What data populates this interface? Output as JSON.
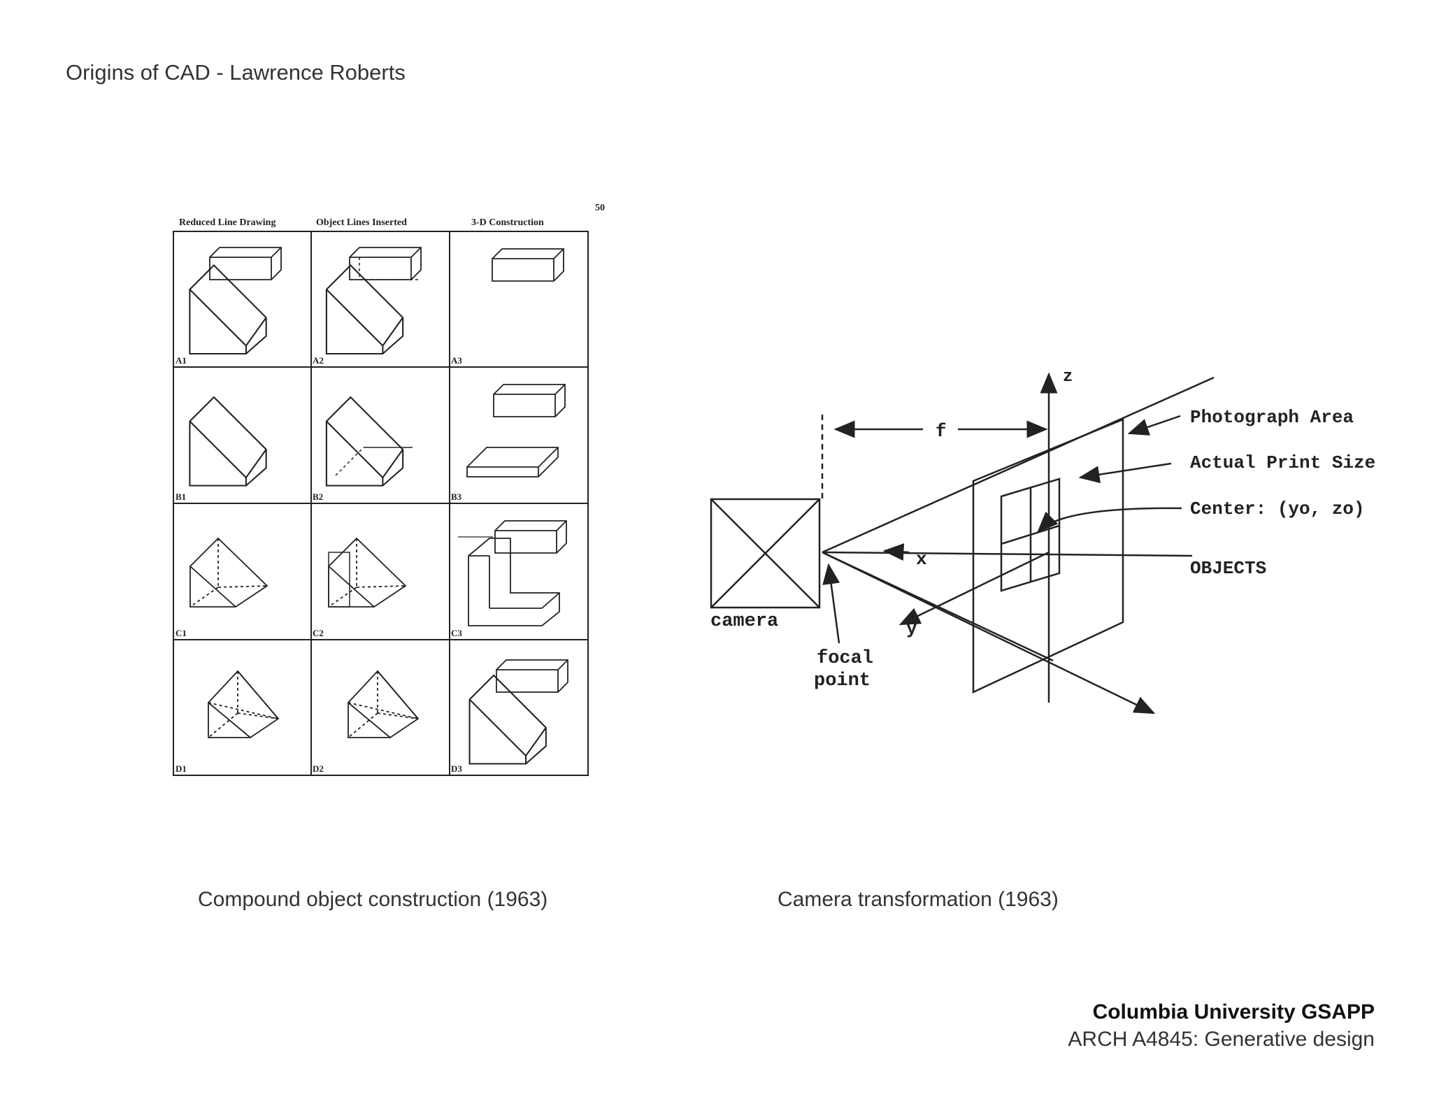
{
  "slide": {
    "title": "Origins of CAD - Lawrence Roberts"
  },
  "figure_left": {
    "page_number": "50",
    "column_headers": [
      "Reduced Line Drawing",
      "Object Lines Inserted",
      "3-D Construction"
    ],
    "cell_labels": [
      [
        "A1",
        "A2",
        "A3"
      ],
      [
        "B1",
        "B2",
        "B3"
      ],
      [
        "C1",
        "C2",
        "C3"
      ],
      [
        "D1",
        "D2",
        "D3"
      ]
    ],
    "caption": "Compound object construction (1963)"
  },
  "figure_right": {
    "labels": {
      "z": "z",
      "x": "x",
      "y": "y",
      "f": "f",
      "camera": "camera",
      "focal_line1": "focal",
      "focal_line2": "point",
      "photograph_area": "Photograph Area",
      "actual_print_size": "Actual Print Size",
      "center": "Center: (yo, zo)",
      "objects": "OBJECTS"
    },
    "caption": "Camera transformation (1963)"
  },
  "footer": {
    "university": "Columbia University GSAPP",
    "course": "ARCH A4845: Generative design"
  }
}
